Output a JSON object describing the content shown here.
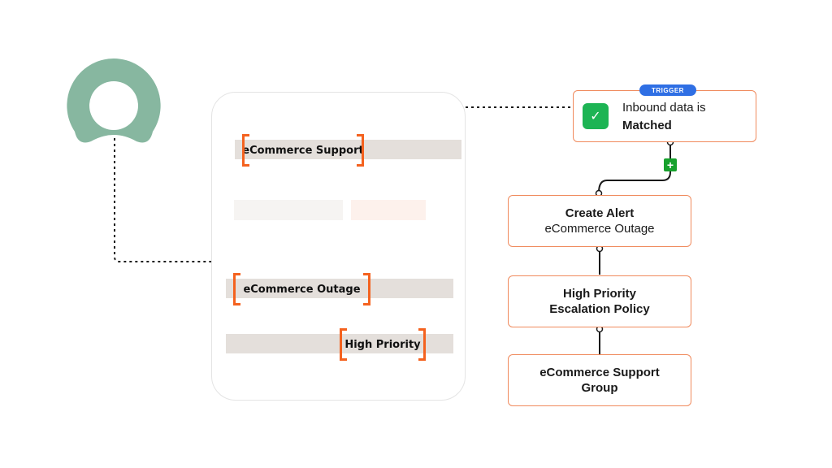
{
  "payload": {
    "labels": {
      "support": "eCommerce Support",
      "outage": "eCommerce Outage",
      "priority": "High Priority"
    }
  },
  "trigger": {
    "badge": "TRIGGER",
    "line1": "Inbound data is",
    "line2": "Matched",
    "icon": "check-icon"
  },
  "add_button": {
    "icon": "plus-icon",
    "glyph": "+"
  },
  "nodes": [
    {
      "title": "Create Alert",
      "subtitle": "eCommerce Outage"
    },
    {
      "line1": "High Priority",
      "line2": "Escalation Policy"
    },
    {
      "line1": "eCommerce Support",
      "line2": "Group"
    }
  ],
  "colors": {
    "accent_orange": "#f4621f",
    "node_border": "#f08a5d",
    "trigger_badge": "#2f6fe4",
    "success_green": "#1db454",
    "logo_green": "#87b7a0",
    "bar_gray": "#e4dfdb"
  }
}
